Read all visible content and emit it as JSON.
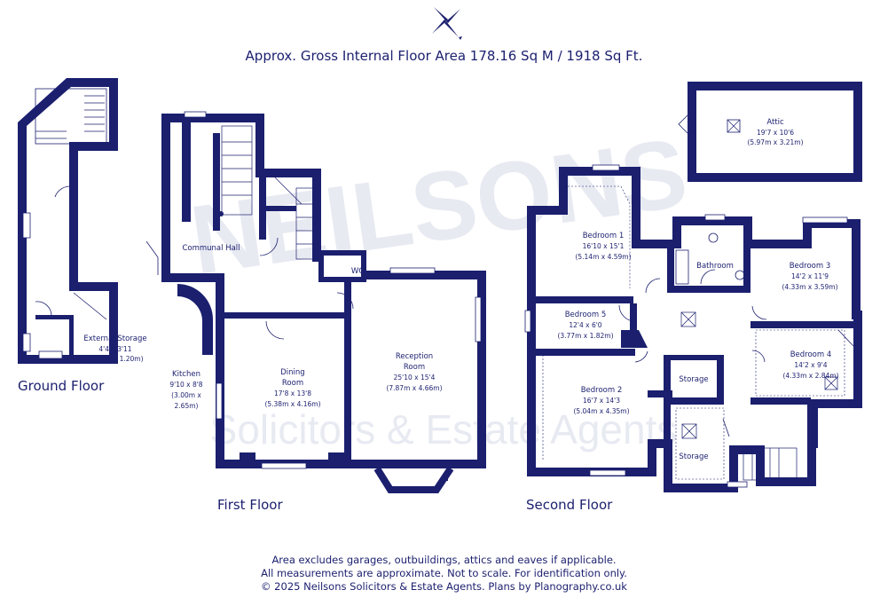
{
  "header": {
    "area_text": "Approx. Gross Internal Floor Area 178.16 Sq M / 1918 Sq Ft."
  },
  "compass": {
    "icon": "compass-rose-icon"
  },
  "watermark": {
    "text": "Solicitors & Estate Agents",
    "logo": "NEILSONS"
  },
  "floors": {
    "ground": {
      "label": "Ground Floor"
    },
    "first": {
      "label": "First Floor"
    },
    "second": {
      "label": "Second Floor"
    }
  },
  "rooms": {
    "external_storage": {
      "name": "External Storage",
      "imperial": "4'4 x 3'11",
      "metric": "(1.31m x 1.20m)"
    },
    "communal_hall": {
      "name": "Communal Hall"
    },
    "wc": {
      "name": "WC"
    },
    "kitchen": {
      "name": "Kitchen",
      "imperial": "9'10 x 8'8",
      "metric_a": "(3.00m x",
      "metric_b": "2.65m)"
    },
    "dining": {
      "name_a": "Dining",
      "name_b": "Room",
      "imperial": "17'8 x 13'8",
      "metric": "(5.38m x 4.16m)"
    },
    "reception": {
      "name_a": "Reception",
      "name_b": "Room",
      "imperial": "25'10 x 15'4",
      "metric": "(7.87m x 4.66m)"
    },
    "attic": {
      "name": "Attic",
      "imperial": "19'7 x 10'6",
      "metric": "(5.97m x 3.21m)"
    },
    "bedroom1": {
      "name": "Bedroom 1",
      "imperial": "16'10 x 15'1",
      "metric": "(5.14m x 4.59m)"
    },
    "bathroom": {
      "name": "Bathroom"
    },
    "bedroom3": {
      "name": "Bedroom 3",
      "imperial": "14'2 x 11'9",
      "metric": "(4.33m x 3.59m)"
    },
    "bedroom5": {
      "name": "Bedroom 5",
      "imperial": "12'4 x 6'0",
      "metric": "(3.77m x 1.82m)"
    },
    "bedroom4": {
      "name": "Bedroom 4",
      "imperial": "14'2 x 9'4",
      "metric": "(4.33m x 2.84m)"
    },
    "storage1": {
      "name": "Storage"
    },
    "bedroom2": {
      "name": "Bedroom 2",
      "imperial": "16'7 x 14'3",
      "metric": "(5.04m x 4.35m)"
    },
    "storage2": {
      "name": "Storage"
    }
  },
  "footer": {
    "line1": "Area excludes garages, outbuildings, attics and eaves if applicable.",
    "line2": "All measurements are approximate. Not to scale. For identification only.",
    "line3": "© 2025 Neilsons Solicitors & Estate Agents. Plans by Planography.co.uk"
  },
  "colors": {
    "walls": "#1b1f6e",
    "watermark": "#e8eaf2",
    "background": "#ffffff"
  }
}
